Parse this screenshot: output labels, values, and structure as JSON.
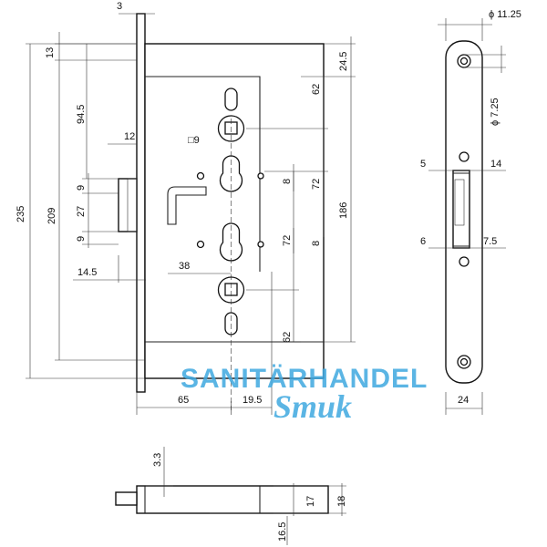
{
  "dimensions": {
    "front_top_3": "3",
    "front_left_13": "13",
    "front_left_94_5": "94.5",
    "front_left_235": "235",
    "front_left_209": "209",
    "front_left_12": "12",
    "front_left_9a": "9",
    "front_left_27": "27",
    "front_left_9b": "9",
    "front_left_14_5": "14.5",
    "front_square_9": "□9",
    "front_right_24_5": "24.5",
    "front_right_62a": "62",
    "front_right_8a": "8",
    "front_right_72a": "72",
    "front_right_186": "186",
    "front_right_72b": "72",
    "front_right_8b": "8",
    "front_right_62b": "62",
    "front_bottom_38": "38",
    "front_bottom_65": "65",
    "front_bottom_19_5": "19.5",
    "side_dia_11_25": "ϕ 11.25",
    "side_dia_7_25": "ϕ 7.25",
    "side_5": "5",
    "side_14": "14",
    "side_6": "6",
    "side_7_5": "7.5",
    "side_24": "24",
    "bottom_3_3": "3.3",
    "bottom_17": "17",
    "bottom_18": "18",
    "bottom_16_5": "16.5"
  },
  "watermark": {
    "line1": "SANITÄRHANDEL",
    "line2": "Smuk",
    "color": "#3fa9e0"
  }
}
